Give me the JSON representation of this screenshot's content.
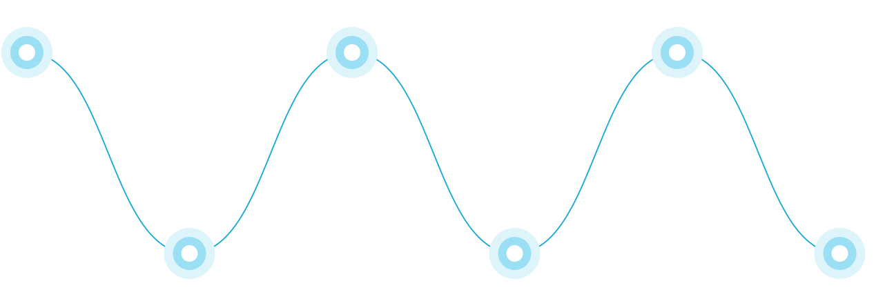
{
  "diagram": {
    "type": "wave-connector",
    "node_count": 6,
    "pattern": [
      "top",
      "bottom",
      "top",
      "bottom",
      "top",
      "bottom"
    ],
    "colors": {
      "line": "#14a8d8",
      "node_halo": "#def4fb",
      "node_ring": "#9adff4",
      "node_core": "#ffffff",
      "background": "#ffffff"
    }
  }
}
